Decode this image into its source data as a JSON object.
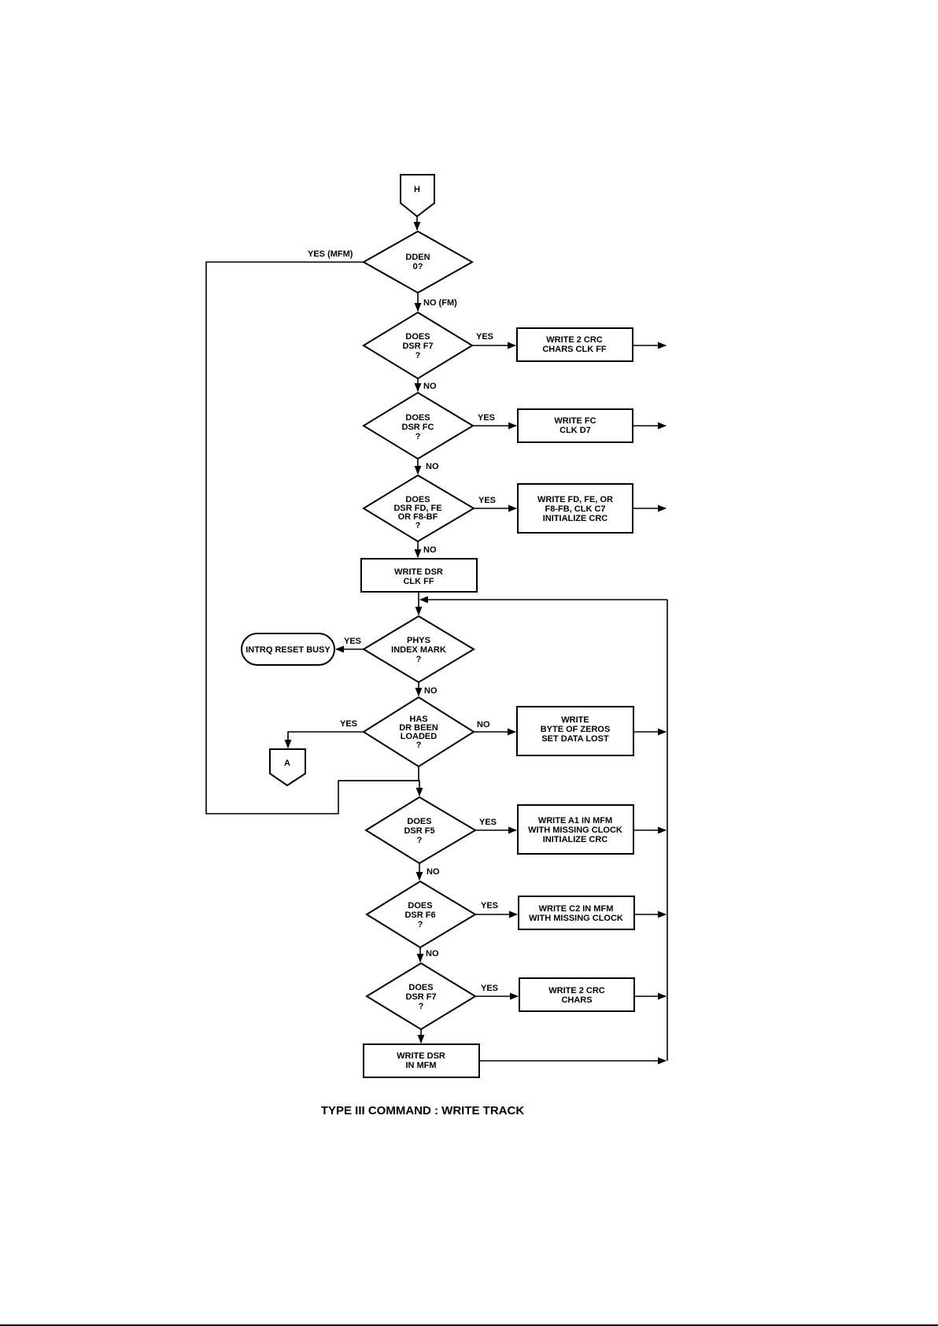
{
  "title": "TYPE III COMMAND : WRITE TRACK",
  "connectors": {
    "h": "H",
    "a": "A"
  },
  "decisions": {
    "dden": [
      "DDEN",
      "0?"
    ],
    "dsr_f7_fm": [
      "DOES",
      "DSR   F7",
      "?"
    ],
    "dsr_fc": [
      "DOES",
      "DSR   FC",
      "?"
    ],
    "dsr_fd": [
      "DOES",
      "DSR   FD, FE",
      "OR F8-BF",
      "?"
    ],
    "phys_index": [
      "PHYS",
      "INDEX MARK",
      "?"
    ],
    "dr_loaded": [
      "HAS",
      "DR BEEN",
      "LOADED",
      "?"
    ],
    "dsr_f5": [
      "DOES",
      "DSR   F5",
      "?"
    ],
    "dsr_f6": [
      "DOES",
      "DSR   F6",
      "?"
    ],
    "dsr_f7_mfm": [
      "DOES",
      "DSR   F7",
      "?"
    ]
  },
  "processes": {
    "crc_ff": [
      "WRITE 2 CRC",
      "CHARS CLK FF"
    ],
    "fc_d7": [
      "WRITE FC",
      "CLK D7"
    ],
    "fd_c7": [
      "WRITE FD, FE, OR",
      "F8-FB, CLK   C7",
      "INITIALIZE CRC"
    ],
    "dsr_ff": [
      "WRITE DSR",
      "CLK     FF"
    ],
    "zeros": [
      "WRITE",
      "BYTE OF ZEROS",
      "SET DATA LOST"
    ],
    "a1_mfm": [
      "WRITE A1 IN MFM",
      "WITH MISSING CLOCK",
      "INITIALIZE CRC"
    ],
    "c2_mfm": [
      "WRITE C2 IN MFM",
      "WITH MISSING CLOCK"
    ],
    "crc_chars": [
      "WRITE 2 CRC",
      "CHARS"
    ],
    "dsr_mfm": [
      "WRITE DSR",
      "IN MFM"
    ]
  },
  "terminal": {
    "intrq": "INTRQ RESET BUSY"
  },
  "edge_labels": {
    "yes_mfm": "YES (MFM)",
    "no_fm": "NO (FM)",
    "yes": "YES",
    "no": "NO"
  }
}
